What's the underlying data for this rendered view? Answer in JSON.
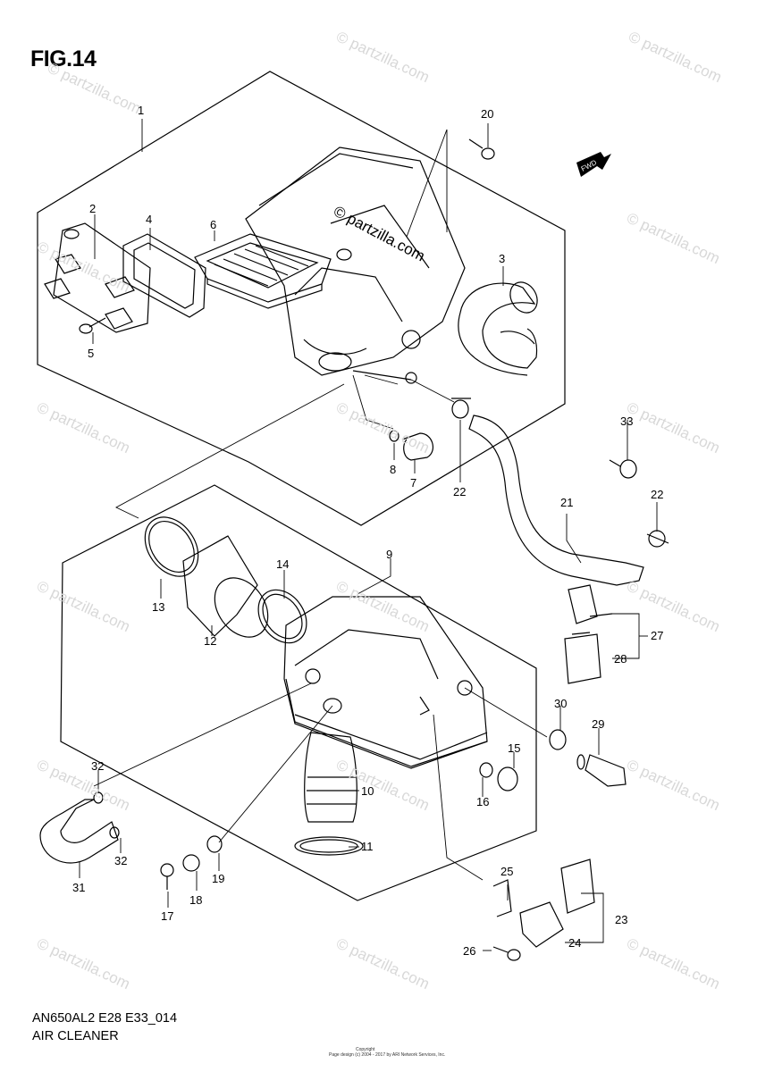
{
  "figure_title": "FIG.14",
  "watermark": "© partzilla.com",
  "fwd_label": "FWD",
  "footer": {
    "code": "AN650AL2 E28 E33_014",
    "name": "AIR CLEANER",
    "copyright_heading": "Copyright",
    "copyright_text": "Page design (c) 2004 - 2017 by ARI Network Services, Inc."
  },
  "callouts": [
    "1",
    "2",
    "3",
    "4",
    "5",
    "6",
    "7",
    "8",
    "9",
    "10",
    "11",
    "12",
    "13",
    "14",
    "15",
    "16",
    "17",
    "18",
    "19",
    "20",
    "21",
    "22",
    "22",
    "23",
    "24",
    "25",
    "26",
    "27",
    "28",
    "29",
    "30",
    "31",
    "32",
    "32",
    "33"
  ]
}
